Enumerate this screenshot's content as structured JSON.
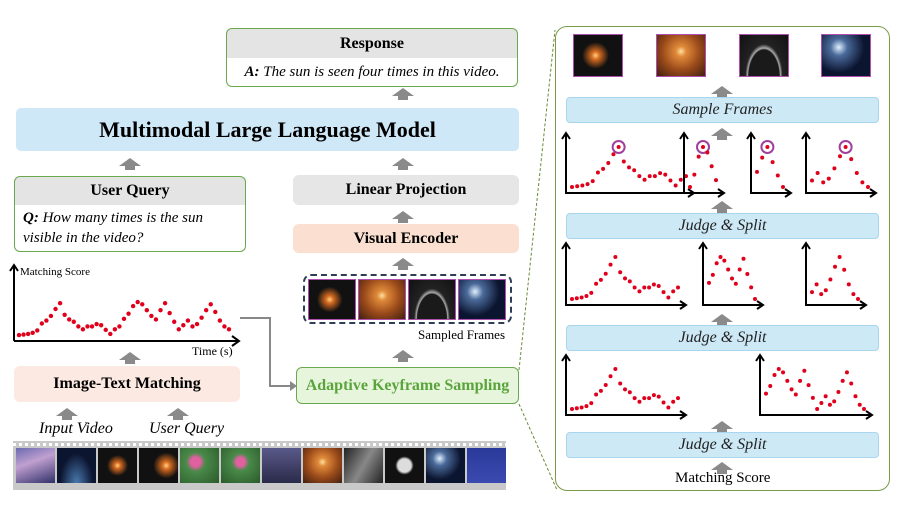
{
  "response": {
    "title": "Response",
    "answer_prefix": "A:",
    "answer": "The sun is seen four times in this video."
  },
  "mllm": {
    "title": "Multimodal Large Language Model"
  },
  "user_query": {
    "title": "User Query",
    "question_prefix": "Q:",
    "question": "How many times is the sun visible in the video?"
  },
  "linear_projection": "Linear Projection",
  "visual_encoder": "Visual Encoder",
  "sampled_frames_label": "Sampled Frames",
  "adaptive_sampling": "Adaptive Keyframe Sampling",
  "image_text_matching": "Image-Text Matching",
  "input_video": "Input Video",
  "user_query_label": "User Query",
  "score_plot": {
    "ylabel": "Matching Score",
    "xlabel": "Time (s)",
    "values": [
      0.05,
      0.06,
      0.07,
      0.09,
      0.13,
      0.25,
      0.3,
      0.38,
      0.5,
      0.6,
      0.4,
      0.32,
      0.28,
      0.2,
      0.15,
      0.2,
      0.2,
      0.24,
      0.22,
      0.14,
      0.07,
      0.15,
      0.2,
      0.33,
      0.42,
      0.55,
      0.62,
      0.58,
      0.48,
      0.38,
      0.32,
      0.48,
      0.6,
      0.43,
      0.28,
      0.15,
      0.22,
      0.3,
      0.2,
      0.24,
      0.35,
      0.48,
      0.58,
      0.45,
      0.3,
      0.2,
      0.15
    ]
  },
  "panel": {
    "sample_frames": "Sample Frames",
    "judge_split_1": "Judge & Split",
    "judge_split_2": "Judge & Split",
    "judge_split_3": "Judge & Split",
    "matching_score": "Matching Score"
  },
  "colors": {
    "mllm_bg": "#cfe8f7",
    "peach": "#fbe4da",
    "green": "#5aa43c",
    "gray_header": "#e6e6e6",
    "dot": "#e0001b",
    "circle": "#a0409c"
  }
}
